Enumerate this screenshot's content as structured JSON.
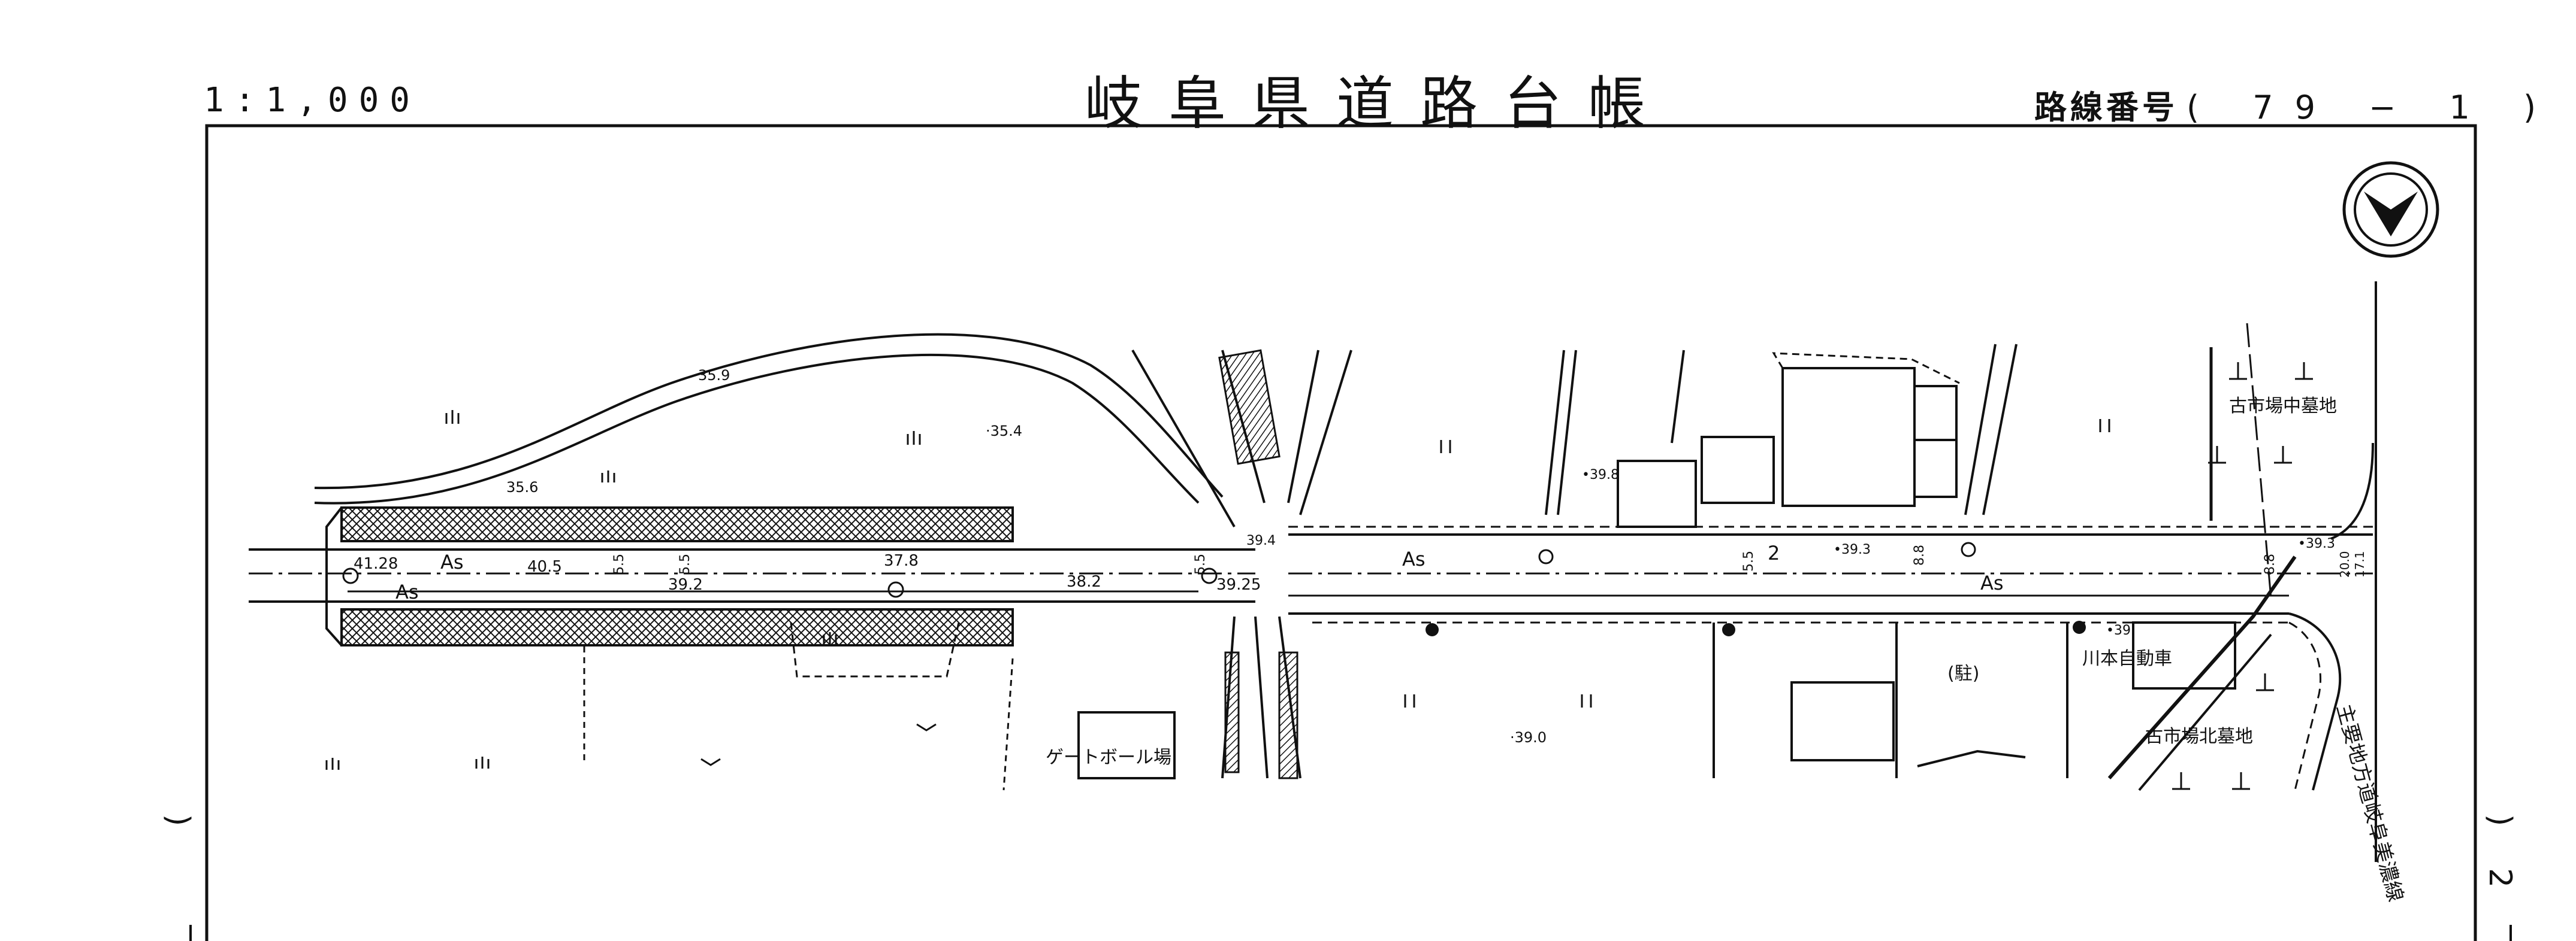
{
  "header": {
    "scale": "1:1,000",
    "title": "岐阜県道路台帳",
    "route_label": "路線番号",
    "route_value": "( 79 − 1 )"
  },
  "icons": {
    "north_arrow": "north-arrow-icon"
  },
  "labels": {
    "elev_35_9": "35.9",
    "elev_35_6": "35.6",
    "elev_35_4": "·35.4",
    "elev_39_8": "•39.8",
    "elev_39_3a": "•39.3",
    "elev_39_3b": "•39.3",
    "elev_39_4": "39.4",
    "elev_39_0": "·39.0",
    "elev_39_left": "•39.",
    "chain_41_28": "41.28",
    "chain_40_5": "40.5",
    "chain_39_2": "39.2",
    "chain_37_8": "37.8",
    "chain_38_2": "38.2",
    "chain_39_25": "39.25",
    "width_5_5a": "5.5",
    "width_5_5b": "5.5",
    "width_5_5c": "5.5",
    "width_5_5d": "5.5",
    "width_8_8a": "8.8",
    "width_8_8b": "8.8",
    "width_17_1": "17.1",
    "width_20_0": "20.0",
    "km_2": "2",
    "as_1": "As",
    "as_2": "As",
    "as_3": "As",
    "as_4": "As",
    "cemetery_middle": "古市場中墓地",
    "cemetery_north": "古市場北墓地",
    "kawamoto": "川本自動車",
    "parking": "(駐)",
    "gateball": "ゲートボール場",
    "prefectural_road": "主要地方道岐阜美濃線",
    "side_left": ")",
    "side_right_top": ")",
    "side_right_2": "2"
  }
}
